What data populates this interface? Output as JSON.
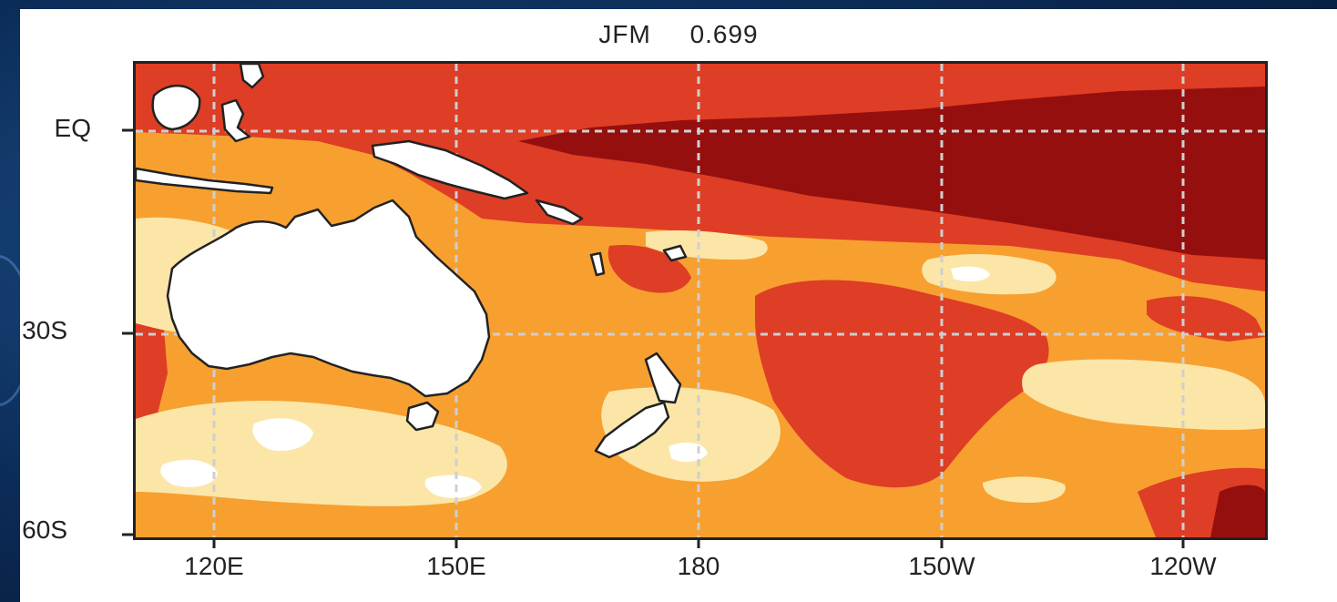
{
  "map": {
    "title": "JFM",
    "value": "0.699",
    "lat_labels": [
      "EQ",
      "30S",
      "60S"
    ],
    "lon_labels": [
      "120E",
      "150E",
      "180",
      "150W",
      "120W"
    ],
    "colors": {
      "darkest": "#960f0f",
      "dark": "#de3e25",
      "medium": "#f7a030",
      "light": "#fbe6a8",
      "land": "#ffffff",
      "coastline": "#222222",
      "grid": "#cfcfcf"
    }
  }
}
